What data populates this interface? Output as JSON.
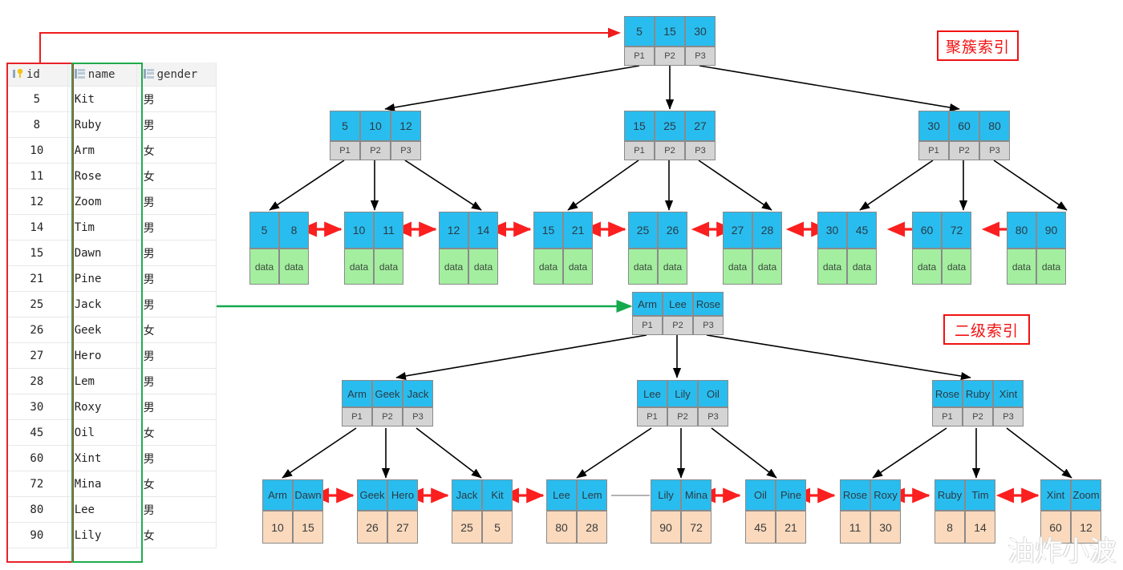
{
  "table": {
    "columns": [
      {
        "key": "id",
        "label": "id",
        "icon": "primary-key-icon"
      },
      {
        "key": "name",
        "label": "name",
        "icon": "column-icon"
      },
      {
        "key": "gender",
        "label": "gender",
        "icon": "column-icon"
      }
    ],
    "rows": [
      {
        "id": "5",
        "name": "Kit",
        "gender": "男"
      },
      {
        "id": "8",
        "name": "Ruby",
        "gender": "男"
      },
      {
        "id": "10",
        "name": "Arm",
        "gender": "女"
      },
      {
        "id": "11",
        "name": "Rose",
        "gender": "女"
      },
      {
        "id": "12",
        "name": "Zoom",
        "gender": "男"
      },
      {
        "id": "14",
        "name": "Tim",
        "gender": "男"
      },
      {
        "id": "15",
        "name": "Dawn",
        "gender": "男"
      },
      {
        "id": "21",
        "name": "Pine",
        "gender": "男"
      },
      {
        "id": "25",
        "name": "Jack",
        "gender": "男"
      },
      {
        "id": "26",
        "name": "Geek",
        "gender": "女"
      },
      {
        "id": "27",
        "name": "Hero",
        "gender": "男"
      },
      {
        "id": "28",
        "name": "Lem",
        "gender": "男"
      },
      {
        "id": "30",
        "name": "Roxy",
        "gender": "男"
      },
      {
        "id": "45",
        "name": "Oil",
        "gender": "女"
      },
      {
        "id": "60",
        "name": "Xint",
        "gender": "男"
      },
      {
        "id": "72",
        "name": "Mina",
        "gender": "女"
      },
      {
        "id": "80",
        "name": "Lee",
        "gender": "男"
      },
      {
        "id": "90",
        "name": "Lily",
        "gender": "女"
      }
    ]
  },
  "annotations": {
    "clustered_label": "聚簇索引",
    "secondary_label": "二级索引",
    "watermark": "油炸小波",
    "colors": {
      "clustered_arrow": "#ee1c1c",
      "secondary_arrow": "#14a94b",
      "key_cell": "#29bdef",
      "pointer_cell": "#d4d4d4",
      "data_cell": "#a4eea0",
      "secondary_id_cell": "#fad9bd",
      "leaf_link": "#fb1f1f",
      "tree_edge": "#000000",
      "label_border": "#f11212"
    }
  },
  "clustered_index": {
    "root": {
      "keys": [
        "5",
        "15",
        "30"
      ],
      "pointers": [
        "P1",
        "P2",
        "P3"
      ]
    },
    "internal": [
      {
        "keys": [
          "5",
          "10",
          "12"
        ],
        "pointers": [
          "P1",
          "P2",
          "P3"
        ]
      },
      {
        "keys": [
          "15",
          "25",
          "27"
        ],
        "pointers": [
          "P1",
          "P2",
          "P3"
        ]
      },
      {
        "keys": [
          "30",
          "60",
          "80"
        ],
        "pointers": [
          "P1",
          "P2",
          "P3"
        ]
      }
    ],
    "leaves": [
      {
        "keys": [
          "5",
          "8"
        ],
        "values": [
          "data",
          "data"
        ]
      },
      {
        "keys": [
          "10",
          "11"
        ],
        "values": [
          "data",
          "data"
        ]
      },
      {
        "keys": [
          "12",
          "14"
        ],
        "values": [
          "data",
          "data"
        ]
      },
      {
        "keys": [
          "15",
          "21"
        ],
        "values": [
          "data",
          "data"
        ]
      },
      {
        "keys": [
          "25",
          "26"
        ],
        "values": [
          "data",
          "data"
        ]
      },
      {
        "keys": [
          "27",
          "28"
        ],
        "values": [
          "data",
          "data"
        ]
      },
      {
        "keys": [
          "30",
          "45"
        ],
        "values": [
          "data",
          "data"
        ]
      },
      {
        "keys": [
          "60",
          "72"
        ],
        "values": [
          "data",
          "data"
        ]
      },
      {
        "keys": [
          "80",
          "90"
        ],
        "values": [
          "data",
          "data"
        ]
      }
    ]
  },
  "secondary_index": {
    "root": {
      "keys": [
        "Arm",
        "Lee",
        "Rose"
      ],
      "pointers": [
        "P1",
        "P2",
        "P3"
      ]
    },
    "internal": [
      {
        "keys": [
          "Arm",
          "Geek",
          "Jack"
        ],
        "pointers": [
          "P1",
          "P2",
          "P3"
        ]
      },
      {
        "keys": [
          "Lee",
          "Lily",
          "Oil"
        ],
        "pointers": [
          "P1",
          "P2",
          "P3"
        ]
      },
      {
        "keys": [
          "Rose",
          "Ruby",
          "Xint"
        ],
        "pointers": [
          "P1",
          "P2",
          "P3"
        ]
      }
    ],
    "leaves": [
      {
        "keys": [
          "Arm",
          "Dawn"
        ],
        "values": [
          "10",
          "15"
        ]
      },
      {
        "keys": [
          "Geek",
          "Hero"
        ],
        "values": [
          "26",
          "27"
        ]
      },
      {
        "keys": [
          "Jack",
          "Kit"
        ],
        "values": [
          "25",
          "5"
        ]
      },
      {
        "keys": [
          "Lee",
          "Lem"
        ],
        "values": [
          "80",
          "28"
        ]
      },
      {
        "keys": [
          "Lily",
          "Mina"
        ],
        "values": [
          "90",
          "72"
        ]
      },
      {
        "keys": [
          "Oil",
          "Pine"
        ],
        "values": [
          "45",
          "21"
        ]
      },
      {
        "keys": [
          "Rose",
          "Roxy"
        ],
        "values": [
          "11",
          "30"
        ]
      },
      {
        "keys": [
          "Ruby",
          "Tim"
        ],
        "values": [
          "8",
          "14"
        ]
      },
      {
        "keys": [
          "Xint",
          "Zoom"
        ],
        "values": [
          "60",
          "12"
        ]
      }
    ]
  }
}
